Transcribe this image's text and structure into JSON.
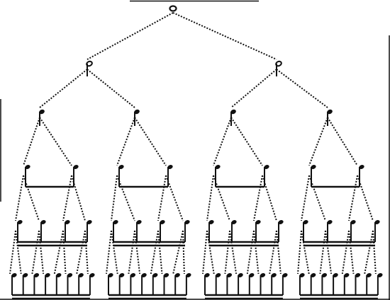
{
  "diagram": {
    "levels": [
      {
        "note": "whole-note",
        "count": 1
      },
      {
        "note": "half-note",
        "count": 2
      },
      {
        "note": "quarter-note",
        "count": 4
      },
      {
        "note": "eighth-note",
        "count": 8,
        "beamed_in_groups_of": 2
      },
      {
        "note": "sixteenth-note",
        "count": 16,
        "beamed_in_groups_of": 4
      },
      {
        "note": "thirty-second-note",
        "count": 32,
        "beamed_in_groups_of": 8
      }
    ],
    "connector_style": "dotted",
    "colors": {
      "ink": "#111111",
      "background": "#ffffff"
    }
  }
}
